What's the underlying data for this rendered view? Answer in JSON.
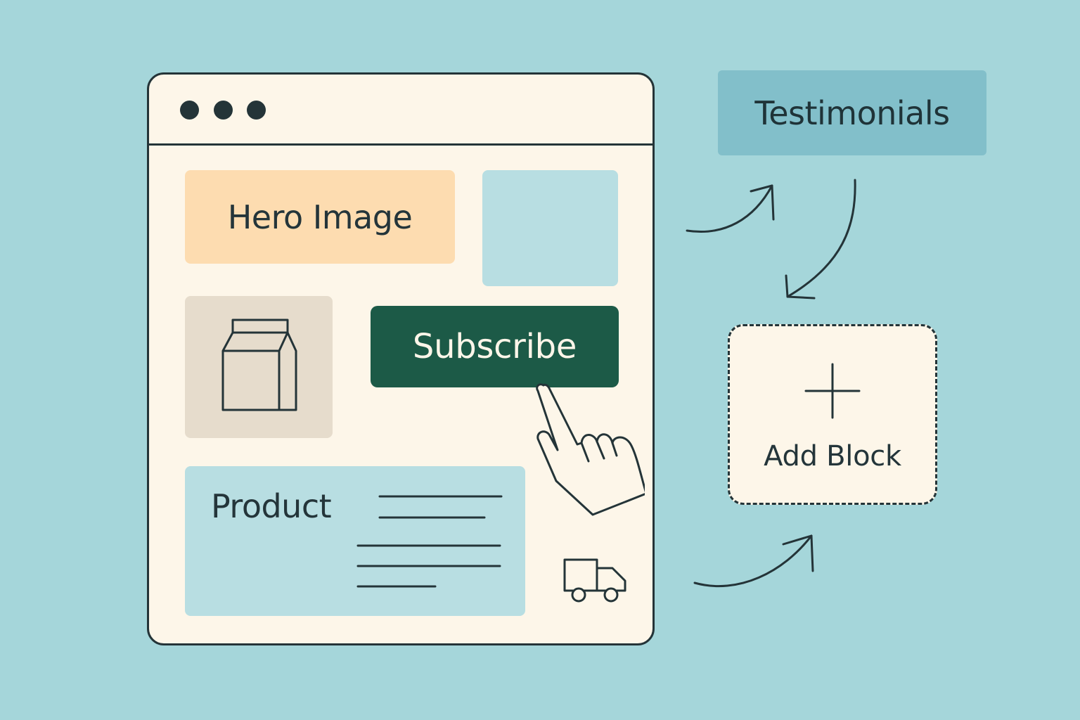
{
  "editor": {
    "hero_label": "Hero Image",
    "subscribe_label": "Subscribe",
    "product_label": "Product"
  },
  "sidebar": {
    "testimonials_label": "Testimonials",
    "add_block_label": "Add Block"
  },
  "icons": {
    "window_controls": "three-dots",
    "product_image": "coffee-bag-icon",
    "cursor": "pointing-hand-icon",
    "shipping": "truck-icon",
    "add": "plus-icon",
    "flow": "curved-arrow-icon"
  },
  "colors": {
    "background": "#a5d6da",
    "window": "#fdf6e9",
    "hero": "#fddcb0",
    "placeholder": "#b8dee2",
    "image_tile": "#e6dccc",
    "subscribe": "#1c5a47",
    "testimonials": "#82bfca",
    "outline": "#243438"
  }
}
